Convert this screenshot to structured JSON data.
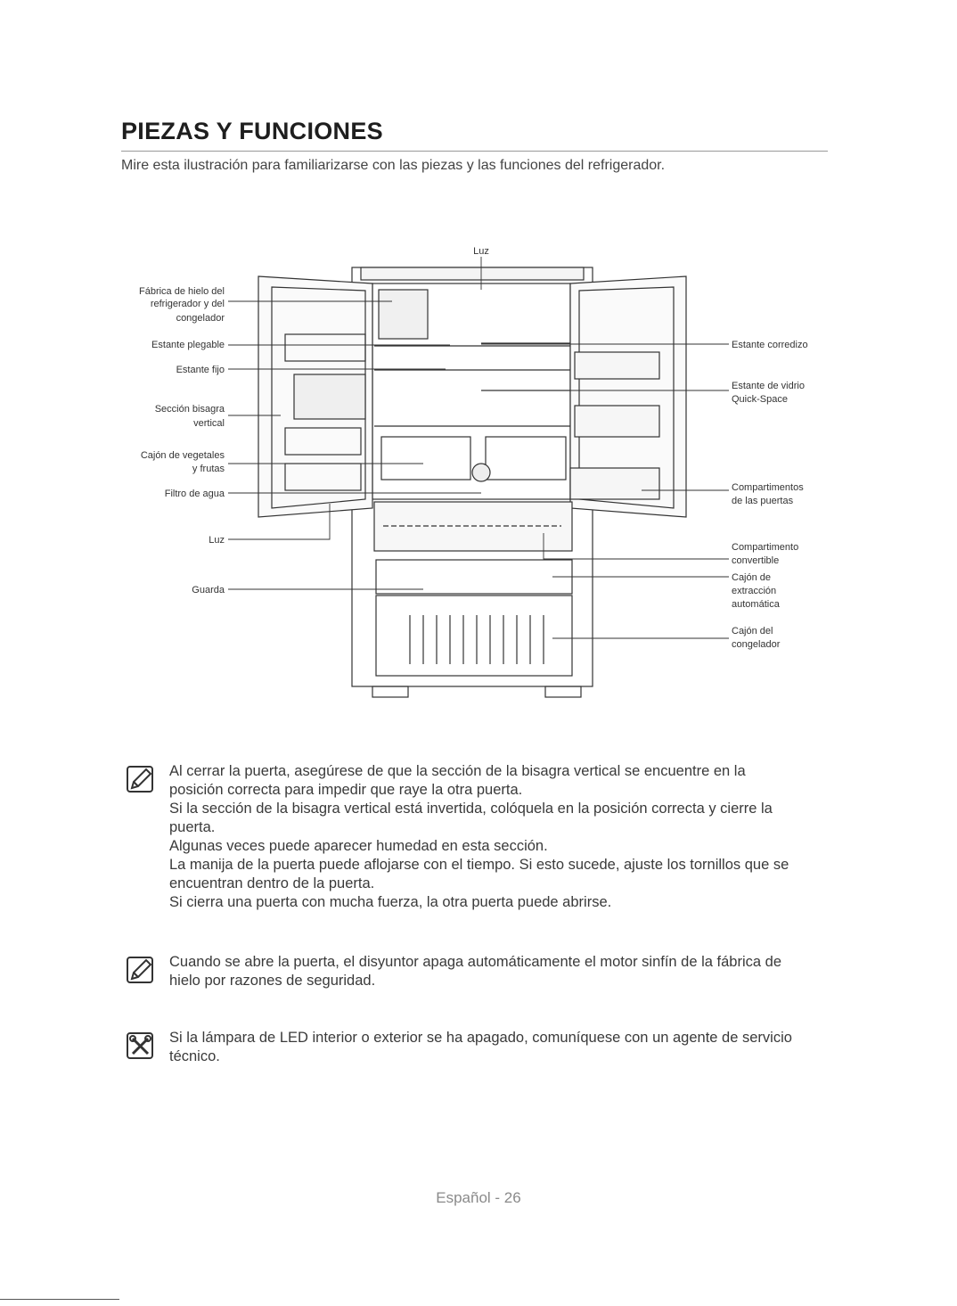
{
  "page": {
    "title": "PIEZAS Y FUNCIONES",
    "intro": "Mire esta ilustración para familiarizarse con las piezas y las funciones del refrigerador."
  },
  "diagram": {
    "labels": {
      "luz_top": "Luz",
      "fabrica_hielo": [
        "Fábrica de hielo del",
        "refrigerador y del",
        "congelador"
      ],
      "estante_plegable": "Estante plegable",
      "estante_fijo": "Estante fijo",
      "seccion_bisagra": [
        "Sección bisagra",
        "vertical"
      ],
      "cajon_vegetales": [
        "Cajón de vegetales",
        "y frutas"
      ],
      "filtro_agua": "Filtro de agua",
      "luz_bottom": "Luz",
      "guarda": "Guarda",
      "estante_corredizo": "Estante corredizo",
      "estante_vidrio": [
        "Estante de vidrio",
        "Quick-Space"
      ],
      "compartimentos_puertas": [
        "Compartimentos",
        "de las puertas"
      ],
      "compartimento_convertible": [
        "Compartimento",
        "convertible"
      ],
      "cajon_extraccion": [
        "Cajón de",
        "extracción",
        "automática"
      ],
      "cajon_congelador": [
        "Cajón del",
        "congelador"
      ]
    }
  },
  "notes": [
    {
      "icon": "note-pencil-icon",
      "lines": [
        "Al cerrar la puerta, asegúrese de que la sección de la bisagra vertical se encuentre en la",
        "posición correcta para impedir que raye la otra puerta.",
        "Si la sección de la bisagra vertical está invertida, colóquela en la posición correcta y cierre la",
        "puerta.",
        "Algunas veces puede aparecer humedad en esta sección.",
        "La manija de la puerta puede aflojarse con el tiempo. Si esto sucede, ajuste los tornillos que se",
        "encuentran dentro de la puerta.",
        "Si cierra una puerta con mucha fuerza, la otra puerta puede abrirse."
      ]
    },
    {
      "icon": "note-pencil-icon",
      "lines": [
        "Cuando se abre la puerta, el disyuntor apaga automáticamente el motor sinfín de la fábrica de",
        "hielo por razones de seguridad."
      ]
    },
    {
      "icon": "tools-icon",
      "lines": [
        "Si la lámpara de LED interior o exterior se ha apagado, comuníquese con un agente de servicio",
        "técnico."
      ]
    }
  ],
  "footer": {
    "page_label": "Español - 26"
  }
}
